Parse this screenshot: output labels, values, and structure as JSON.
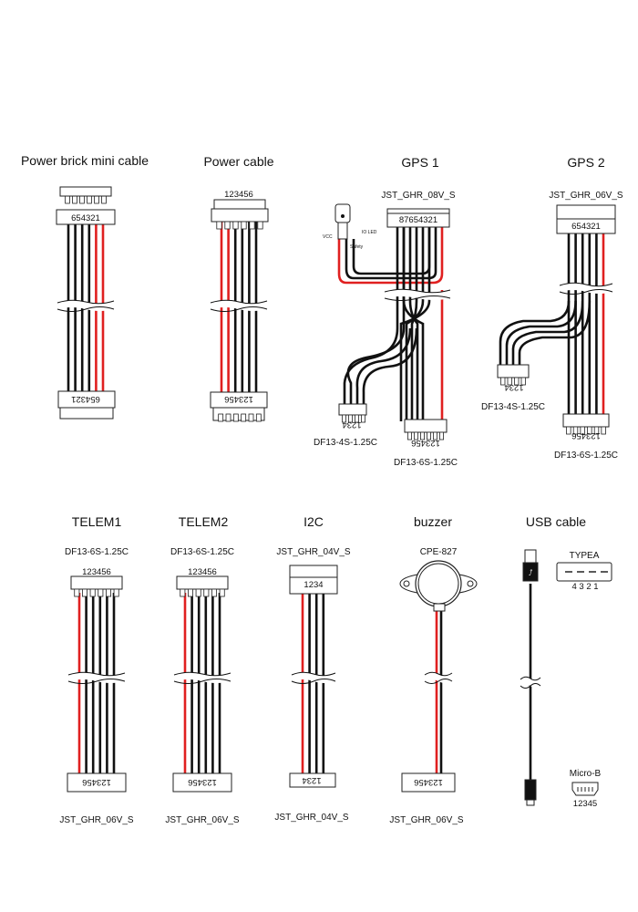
{
  "colors": {
    "black_wire": "#111111",
    "red_wire": "#e02020"
  },
  "titles": {
    "power_brick_mini": "Power brick mini cable",
    "power_cable": "Power cable",
    "gps1": "GPS 1",
    "gps2": "GPS 2",
    "telem1": "TELEM1",
    "telem2": "TELEM2",
    "i2c": "I2C",
    "buzzer": "buzzer",
    "usb": "USB cable"
  },
  "labels": {
    "jst_08v": "JST_GHR_08V_S",
    "jst_06v": "JST_GHR_06V_S",
    "jst_04v": "JST_GHR_04V_S",
    "df13_4s": "DF13-4S-1.25C",
    "df13_6s": "DF13-6S-1.25C",
    "cpe": "CPE-827",
    "typea": "TYPEA",
    "microb": "Micro-B",
    "vcc": "VCC",
    "io_led": "IO LED",
    "safety": "Safety"
  },
  "pins": {
    "p654321": "654321",
    "p123456": "123456",
    "p87654321": "87654321",
    "p1234": "1234",
    "p4321": "4321",
    "p12345": "12345",
    "typea_pins": "4  3  2  1"
  }
}
